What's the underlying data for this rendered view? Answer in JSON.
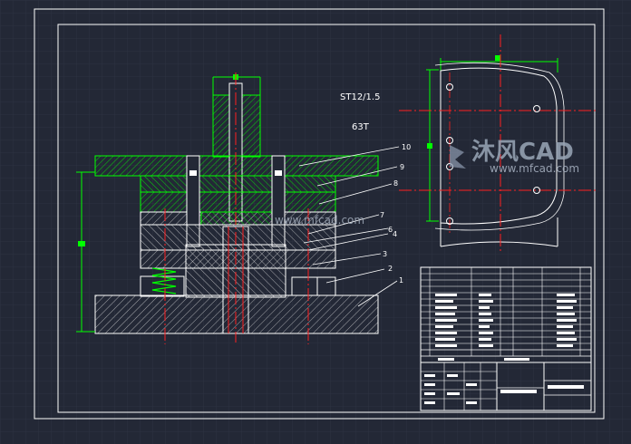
{
  "annotations": {
    "material": "ST12/1.5",
    "press": "63T"
  },
  "part_numbers": [
    "10",
    "9",
    "8",
    "7",
    "6",
    "4",
    "3",
    "2",
    "1"
  ],
  "watermark": {
    "brand": "沐风CAD",
    "site": "www.mfcad.com",
    "site_center": "www.mfcad.com"
  },
  "colors": {
    "background": "#232836",
    "grid": "#2c3241",
    "frame": "#ffffff",
    "green": "#00ff00",
    "centerline": "#ff2020"
  }
}
